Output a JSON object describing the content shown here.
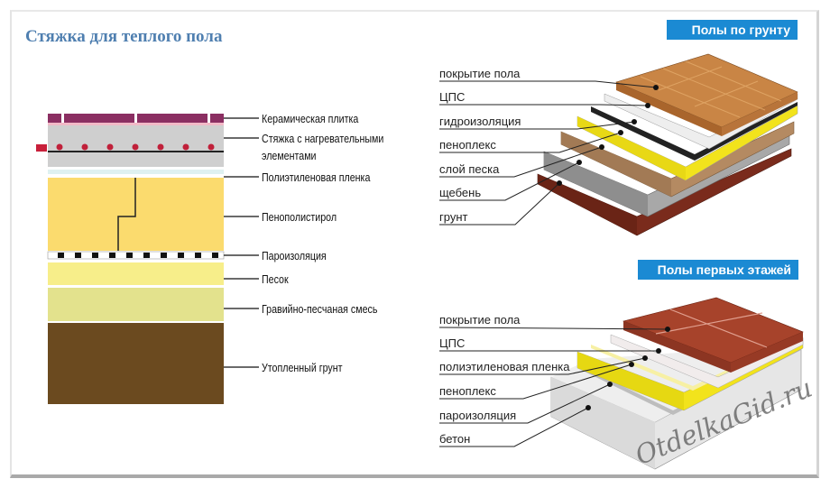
{
  "title": "Стяжка для теплого пола",
  "left_diagram": {
    "layers": [
      {
        "label": "Керамическая плитка",
        "color": "#8b2f62"
      },
      {
        "label": "Стяжка с нагревательными",
        "label2": "элементами",
        "color": "#cfcfcf"
      },
      {
        "label": "Полиэтиленовая пленка",
        "color": "#dff1f1"
      },
      {
        "label": "Пенополистирол",
        "color": "#fbdb6e"
      },
      {
        "label": "Пароизоляция",
        "color": "#111111"
      },
      {
        "label": "Песок",
        "color": "#f7ee8a"
      },
      {
        "label": "Гравийно-песчаная смесь",
        "color": "#e5e48f"
      },
      {
        "label": "Утопленный грунт",
        "color": "#6b4a1f"
      }
    ]
  },
  "panel_ground": {
    "badge": "Полы по грунту",
    "layers": [
      {
        "label": "покрытие пола",
        "color": "#c7803e"
      },
      {
        "label": "ЦПС",
        "color": "#eeeeee"
      },
      {
        "label": "гидроизоляция",
        "color": "#222222"
      },
      {
        "label": "пеноплекс",
        "color": "#f2e31c"
      },
      {
        "label": "слой песка",
        "color": "#b48a62"
      },
      {
        "label": "щебень",
        "color": "#9a9a9a"
      },
      {
        "label": "грунт",
        "color": "#7a2b1c"
      }
    ]
  },
  "panel_first_floor": {
    "badge": "Полы первых этажей",
    "layers": [
      {
        "label": "покрытие пола",
        "color": "#a7432b"
      },
      {
        "label": "ЦПС",
        "color": "#f1ecec"
      },
      {
        "label": "полиэтиленовая пленка",
        "color": "#f7f0a4"
      },
      {
        "label": "пеноплекс",
        "color": "#f2e31c"
      },
      {
        "label": "пароизоляция",
        "color": "#bdbdbd"
      },
      {
        "label": "бетон",
        "color": "#e6e6e6"
      }
    ]
  },
  "watermark": "OtdelkaGid.ru",
  "accent": "#1b8ad3"
}
